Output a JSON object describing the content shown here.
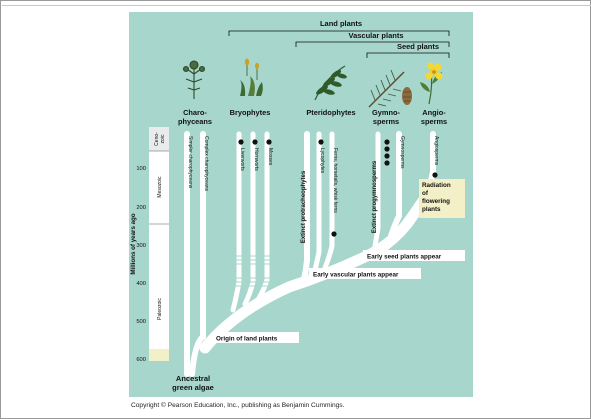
{
  "colors": {
    "panel": "#a7d6cd",
    "branch": "#ffffff",
    "timescale_fill": "#ffffff",
    "cenozoic_fill": "#e9ecec",
    "highlight": "#f3f0c8",
    "text": "#111111"
  },
  "groups": {
    "land_plants": "Land plants",
    "vascular_plants": "Vascular plants",
    "seed_plants": "Seed plants"
  },
  "taxa": {
    "charophyceans": [
      "Charo-",
      "phyceans"
    ],
    "bryophytes": "Bryophytes",
    "pteridophytes": "Pteridophytes",
    "gymnosperms": [
      "Gymno-",
      "sperms"
    ],
    "angiosperms": [
      "Angio-",
      "sperms"
    ]
  },
  "illustrations": [
    "charophycean-alga-icon",
    "moss-icon",
    "fern-icon",
    "pine-branch-icon",
    "flower-icon"
  ],
  "lineages": {
    "simpler_charophyceans": "Simpler charophyceans",
    "complex_charophyceans": "Complex charophyceans",
    "liverworts": "Liverworts",
    "hornworts": "Hornworts",
    "mosses": "Mosses",
    "extinct_protracheophytes": "Extinct protracheophytes",
    "lycophytes": "Lycophytes",
    "ferns": "Ferns, horsetails, whisk ferns",
    "extinct_progymnosperms": "Extinct progymnosperms",
    "gymnosperms": "Gymnosperms",
    "angiosperms": "Angiosperms"
  },
  "eras": {
    "cenozoic": [
      "Ceno-",
      "zoic"
    ],
    "mesozoic": "Mesozoic",
    "paleozoic": "Paleozoic"
  },
  "axis": {
    "label": "Millions of years ago",
    "ticks": [
      "100",
      "200",
      "300",
      "400",
      "500",
      "600"
    ]
  },
  "events": {
    "origin_of_land_plants": "Origin of land plants",
    "early_vascular_plants": "Early vascular plants appear",
    "early_seed_plants": "Early seed plants appear",
    "radiation": [
      "Radiation",
      "of",
      "flowering",
      "plants"
    ]
  },
  "ancestor": [
    "Ancestral",
    "green algae"
  ],
  "copyright": "Copyright © Pearson Education, Inc., publishing as Benjamin Cummings."
}
